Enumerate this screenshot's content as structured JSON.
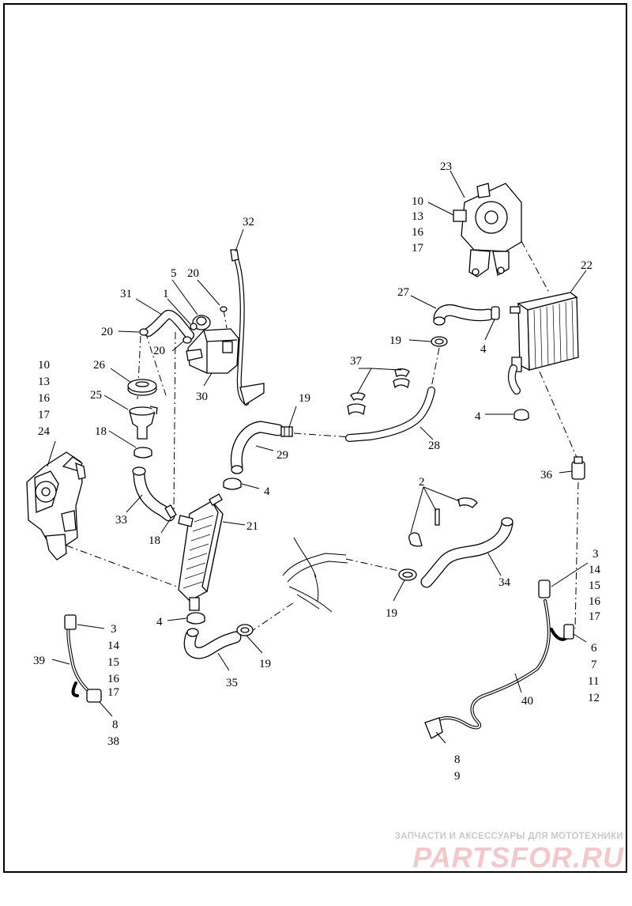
{
  "labels": [
    {
      "id": "lbl-32",
      "text": "32"
    },
    {
      "id": "lbl-5",
      "text": "5"
    },
    {
      "id": "lbl-20a",
      "text": "20"
    },
    {
      "id": "lbl-31",
      "text": "31"
    },
    {
      "id": "lbl-1",
      "text": "1"
    },
    {
      "id": "lbl-20b",
      "text": "20"
    },
    {
      "id": "lbl-20c",
      "text": "20"
    },
    {
      "id": "lbl-26",
      "text": "26"
    },
    {
      "id": "lbl-30",
      "text": "30"
    },
    {
      "id": "lbl-25",
      "text": "25"
    },
    {
      "id": "lbl-18a",
      "text": "18"
    },
    {
      "id": "lbl-24-10",
      "text": "10"
    },
    {
      "id": "lbl-24-13",
      "text": "13"
    },
    {
      "id": "lbl-24-16",
      "text": "16"
    },
    {
      "id": "lbl-24-17",
      "text": "17"
    },
    {
      "id": "lbl-24",
      "text": "24"
    },
    {
      "id": "lbl-19a",
      "text": "19"
    },
    {
      "id": "lbl-29",
      "text": "29"
    },
    {
      "id": "lbl-4a",
      "text": "4"
    },
    {
      "id": "lbl-33",
      "text": "33"
    },
    {
      "id": "lbl-18b",
      "text": "18"
    },
    {
      "id": "lbl-21",
      "text": "21"
    },
    {
      "id": "lbl-4b",
      "text": "4"
    },
    {
      "id": "lbl-19b",
      "text": "19"
    },
    {
      "id": "lbl-35",
      "text": "35"
    },
    {
      "id": "lbl-39-3",
      "text": "3"
    },
    {
      "id": "lbl-39-14",
      "text": "14"
    },
    {
      "id": "lbl-39-15",
      "text": "15"
    },
    {
      "id": "lbl-39-16",
      "text": "16"
    },
    {
      "id": "lbl-39-17",
      "text": "17"
    },
    {
      "id": "lbl-39",
      "text": "39"
    },
    {
      "id": "lbl-39-8",
      "text": "8"
    },
    {
      "id": "lbl-39-38",
      "text": "38"
    },
    {
      "id": "lbl-23",
      "text": "23"
    },
    {
      "id": "lbl-23-10",
      "text": "10"
    },
    {
      "id": "lbl-23-13",
      "text": "13"
    },
    {
      "id": "lbl-23-16",
      "text": "16"
    },
    {
      "id": "lbl-23-17",
      "text": "17"
    },
    {
      "id": "lbl-22",
      "text": "22"
    },
    {
      "id": "lbl-27",
      "text": "27"
    },
    {
      "id": "lbl-19c",
      "text": "19"
    },
    {
      "id": "lbl-4c",
      "text": "4"
    },
    {
      "id": "lbl-37",
      "text": "37"
    },
    {
      "id": "lbl-4d",
      "text": "4"
    },
    {
      "id": "lbl-28",
      "text": "28"
    },
    {
      "id": "lbl-36",
      "text": "36"
    },
    {
      "id": "lbl-2",
      "text": "2"
    },
    {
      "id": "lbl-34",
      "text": "34"
    },
    {
      "id": "lbl-19d",
      "text": "19"
    },
    {
      "id": "lbl-40-3",
      "text": "3"
    },
    {
      "id": "lbl-40-14",
      "text": "14"
    },
    {
      "id": "lbl-40-15",
      "text": "15"
    },
    {
      "id": "lbl-40-16",
      "text": "16"
    },
    {
      "id": "lbl-40-17",
      "text": "17"
    },
    {
      "id": "lbl-40-6",
      "text": "6"
    },
    {
      "id": "lbl-40-7",
      "text": "7"
    },
    {
      "id": "lbl-40-11",
      "text": "11"
    },
    {
      "id": "lbl-40-12",
      "text": "12"
    },
    {
      "id": "lbl-40",
      "text": "40"
    },
    {
      "id": "lbl-40-8",
      "text": "8"
    },
    {
      "id": "lbl-40-9",
      "text": "9"
    }
  ],
  "watermark": {
    "tagline": "ЗАПЧАСТИ И АКСЕССУАРЫ ДЛЯ МОТОТЕХНИКИ",
    "logo": "PARTSFOR.RU",
    "tagline_color": "#c9c9c9",
    "logo_color": "#f1c9cc"
  }
}
